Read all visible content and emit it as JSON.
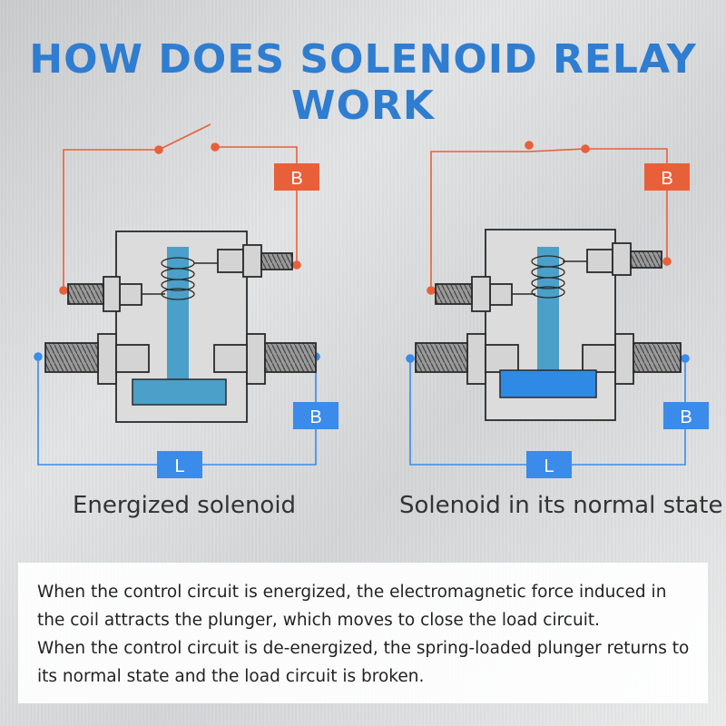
{
  "title": "HOW DOES SOLENOID RELAY WORK",
  "colors": {
    "title": "#2f7dd1",
    "control_circuit": "#e8603a",
    "load_circuit": "#3b8bea",
    "plunger_energized": "#4aa0c8",
    "plunger_normal": "#2f8ae6",
    "relay_outline": "#2a2a2a"
  },
  "diagrams": [
    {
      "state": "energized",
      "caption": "Energized solenoid",
      "control_label": "B",
      "load_label_right": "B",
      "load_label_bottom": "L"
    },
    {
      "state": "normal",
      "caption": "Solenoid in its normal state",
      "control_label": "B",
      "load_label_right": "B",
      "load_label_bottom": "L"
    }
  ],
  "description": {
    "paragraph_1": "When the control circuit is energized, the electromagnetic force induced in the coil attracts the plunger, which moves to close the load circuit.",
    "paragraph_2": "When the control circuit is de-energized, the spring-loaded plunger returns to its normal state and the load circuit is broken."
  }
}
